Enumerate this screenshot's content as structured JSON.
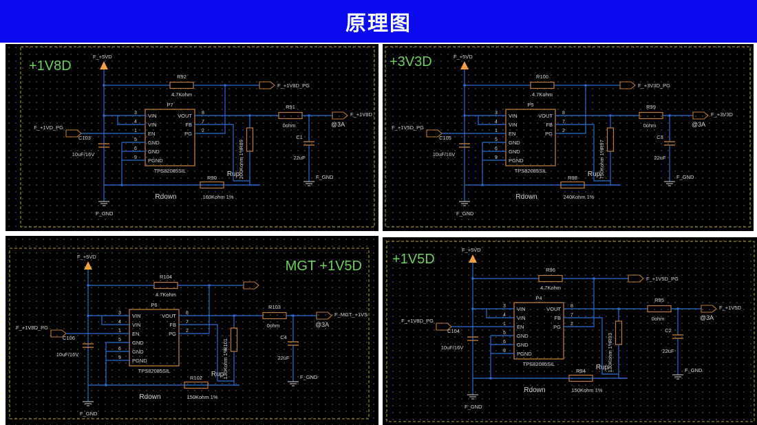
{
  "header": {
    "title": "原理图"
  },
  "colors": {
    "banner": "#0b0bf0",
    "wire": "#2a6fd6",
    "body": "#c07c3a",
    "text": "#d8d8d8",
    "rail_label": "#6fcf5f",
    "power_flag": "#f0a040"
  },
  "panels": [
    {
      "rail": "+1V8D",
      "ic": {
        "ref": "P7",
        "part": "TPS82085SIL",
        "pins": [
          {
            "num": "3",
            "name": "VIN"
          },
          {
            "num": "4",
            "name": "VIN"
          },
          {
            "num": "1",
            "name": "EN"
          },
          {
            "num": "5",
            "name": "GND"
          },
          {
            "num": "6",
            "name": "GND"
          },
          {
            "num": "9",
            "name": "PGND"
          },
          {
            "num": "8",
            "name": "VOUT"
          },
          {
            "num": "7",
            "name": "FB"
          },
          {
            "num": "2",
            "name": "PG"
          }
        ]
      },
      "vin_net": "F_+5VD",
      "gnd_net": "F_GND",
      "en_net": "F_+1VD_PG",
      "pg_net": "F_+1V8D_PG",
      "out_net": "F_+1V8D",
      "pullup_ref": "R92",
      "pullup_val": "4.7Kohm",
      "cin_ref": "C103",
      "cin_val": "10uF/16V",
      "rout_ref": "R91",
      "rout_val": "0ohm",
      "cout_ref": "C1",
      "cout_val": "22uF",
      "cout_gnd": "F_GND",
      "rup_ref": "R89",
      "rup_val": "200Kohm 1%",
      "rup_label": "Rup",
      "rdown_ref": "R90",
      "rdown_val": "160Kohm 1%",
      "rdown_label": "Rdown",
      "current": "@3A"
    },
    {
      "rail": "+3V3D",
      "ic": {
        "ref": "P5",
        "part": "TPS82085SIL",
        "pins": [
          {
            "num": "3",
            "name": "VIN"
          },
          {
            "num": "4",
            "name": "VIN"
          },
          {
            "num": "1",
            "name": "EN"
          },
          {
            "num": "5",
            "name": "GND"
          },
          {
            "num": "6",
            "name": "GND"
          },
          {
            "num": "9",
            "name": "PGND"
          },
          {
            "num": "8",
            "name": "VOUT"
          },
          {
            "num": "7",
            "name": "FB"
          },
          {
            "num": "2",
            "name": "PG"
          }
        ]
      },
      "vin_net": "F_+5VD",
      "gnd_net": "F_GND",
      "en_net": "F_+1V5D_PG",
      "pg_net": "F_+3V3D_PG",
      "out_net": "F_+3V3D",
      "pullup_ref": "R100",
      "pullup_val": "4.7Kohm",
      "cin_ref": "C105",
      "cin_val": "10uF/16V",
      "rout_ref": "R99",
      "rout_val": "0ohm",
      "cout_ref": "C3",
      "cout_val": "22uF",
      "cout_gnd": "F_GND",
      "rup_ref": "R97",
      "rup_val": "750Kohm 1%",
      "rup_label": "Rup",
      "rdown_ref": "R98",
      "rdown_val": "240Kohm 1%",
      "rdown_label": "Rdown",
      "current": "@3A"
    },
    {
      "rail": "MGT +1V5D",
      "ic": {
        "ref": "P6",
        "part": "TPS82085SIL",
        "pins": [
          {
            "num": "3",
            "name": "VIN"
          },
          {
            "num": "4",
            "name": "VIN"
          },
          {
            "num": "1",
            "name": "EN"
          },
          {
            "num": "5",
            "name": "GND"
          },
          {
            "num": "6",
            "name": "GND"
          },
          {
            "num": "9",
            "name": "PGND"
          },
          {
            "num": "8",
            "name": "VOUT"
          },
          {
            "num": "7",
            "name": "FB"
          },
          {
            "num": "2",
            "name": "PG"
          }
        ]
      },
      "vin_net": "F_+5VD",
      "gnd_net": "F_GND",
      "en_net": "F_+1V8D_PG",
      "pg_net": "",
      "out_net": "F_MGT_+1VS",
      "pullup_ref": "R104",
      "pullup_val": "4.7Kohm",
      "cin_ref": "C106",
      "cin_val": "10uF/16V",
      "rout_ref": "R103",
      "rout_val": "0ohm",
      "cout_ref": "C4",
      "cout_val": "22uF",
      "cout_gnd": "F_GND",
      "rup_ref": "R101",
      "rup_val": "130Kohm 1%",
      "rup_label": "Rup",
      "rdown_ref": "R102",
      "rdown_val": "150Kohm 1%",
      "rdown_label": "Rdown",
      "current": "@3A"
    },
    {
      "rail": "+1V5D",
      "ic": {
        "ref": "P4",
        "part": "TPS82085SIL",
        "pins": [
          {
            "num": "3",
            "name": "VIN"
          },
          {
            "num": "4",
            "name": "VIN"
          },
          {
            "num": "1",
            "name": "EN"
          },
          {
            "num": "5",
            "name": "GND"
          },
          {
            "num": "6",
            "name": "GND"
          },
          {
            "num": "9",
            "name": "PGND"
          },
          {
            "num": "8",
            "name": "VOUT"
          },
          {
            "num": "7",
            "name": "FB"
          },
          {
            "num": "2",
            "name": "PG"
          }
        ]
      },
      "vin_net": "F_+5VD",
      "gnd_net": "F_GND",
      "en_net": "F_+1V8D_PG",
      "pg_net": "F_+1V5D_PG",
      "out_net": "F_+1V5D",
      "pullup_ref": "R96",
      "pullup_val": "4.7Kohm",
      "cin_ref": "C104",
      "cin_val": "10uF/16V",
      "rout_ref": "R95",
      "rout_val": "0ohm",
      "cout_ref": "C2",
      "cout_val": "22uF",
      "cout_gnd": "F_GND",
      "rup_ref": "R93",
      "rup_val": "130Kohm 1%",
      "rup_label": "Rup",
      "rdown_ref": "R94",
      "rdown_val": "150Kohm 1%",
      "rdown_label": "Rdown",
      "current": "@3A"
    }
  ]
}
